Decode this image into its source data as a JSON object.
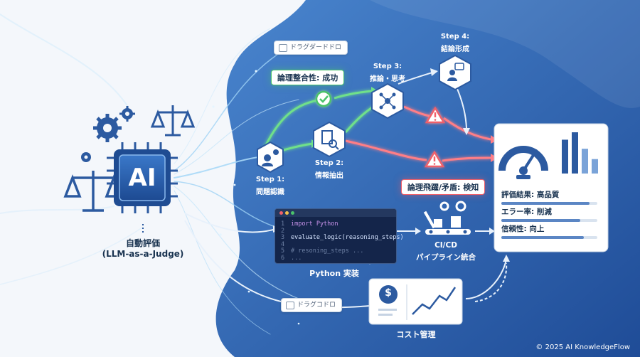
{
  "ai_chip": {
    "label": "AI"
  },
  "judge": {
    "line1": "自動評価",
    "line2": "(LLM-as-a-Judge)"
  },
  "steps": {
    "step1": {
      "title": "Step 1:",
      "caption": "問題認識"
    },
    "step2": {
      "title": "Step 2:",
      "caption": "情報抽出"
    },
    "step3": {
      "title": "Step 3:",
      "caption": "推論・思考"
    },
    "step4": {
      "title": "Step 4:",
      "caption": "結論形成"
    }
  },
  "badges": {
    "success": "論理整合性: 成功",
    "failure": "論理飛躍/矛盾: 検知"
  },
  "drag_labels": {
    "top": "ドラグダードドロ",
    "bottom": "ドラグコドロ"
  },
  "code_panel": {
    "lines": [
      {
        "n": "1",
        "text": "import Python"
      },
      {
        "n": "2",
        "text": ""
      },
      {
        "n": "3",
        "text": "evaluate_logic(reasoning_steps)"
      },
      {
        "n": "4",
        "text": ""
      },
      {
        "n": "5",
        "text": "# resoning_steps ..."
      },
      {
        "n": "6",
        "text": "..."
      }
    ],
    "caption": "Python 実装"
  },
  "cicd": {
    "line1": "CI/CD",
    "line2": "パイプライン統合"
  },
  "cost": {
    "caption": "コスト管理"
  },
  "results": {
    "metrics": [
      {
        "label": "評価結果: 高品質",
        "level": 0.92
      },
      {
        "label": "エラー率: 削減",
        "level": 0.82
      },
      {
        "label": "信頼性: 向上",
        "level": 0.86
      }
    ],
    "bar_levels": [
      0.82,
      1.0,
      0.6,
      0.35
    ]
  },
  "colors": {
    "accent_blue": "#2f5fa8",
    "success_green": "#4bc36b",
    "alert_red": "#f0606a",
    "navy": "#18324f"
  },
  "copyright": "© 2025 AI KnowledgeFlow"
}
